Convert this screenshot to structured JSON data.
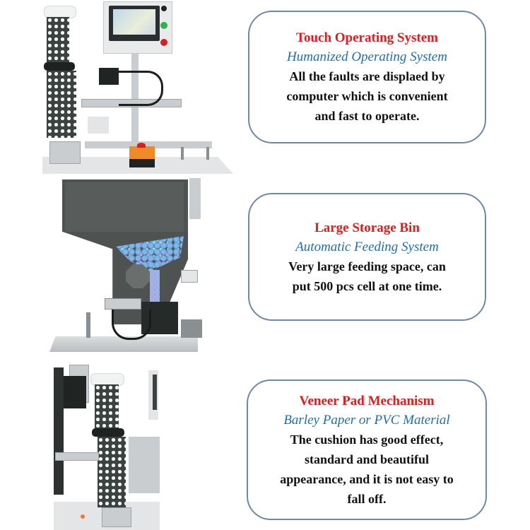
{
  "features": [
    {
      "title": "Touch Operating System",
      "subtitle": "Humanized Operating System",
      "description": [
        "All the faults are displaed by",
        "computer which is convenient",
        "and fast to operate."
      ],
      "image": "touch-screen-machine-photo"
    },
    {
      "title": "Large Storage Bin",
      "subtitle": "Automatic Feeding System",
      "description": [
        "Very large feeding space, can",
        "put 500 pcs cell at one time."
      ],
      "image": "storage-bin-photo"
    },
    {
      "title": "Veneer Pad Mechanism",
      "subtitle": "Barley Paper or PVC Material",
      "description": [
        "The cushion has good effect,",
        "standard and beautiful",
        "appearance, and it is not easy to",
        "fall off."
      ],
      "image": "veneer-pad-photo"
    }
  ],
  "colors": {
    "title": "#e31b1b",
    "subtitle": "#1f6db8",
    "description": "#111111",
    "box_border": "#6f88a8"
  }
}
